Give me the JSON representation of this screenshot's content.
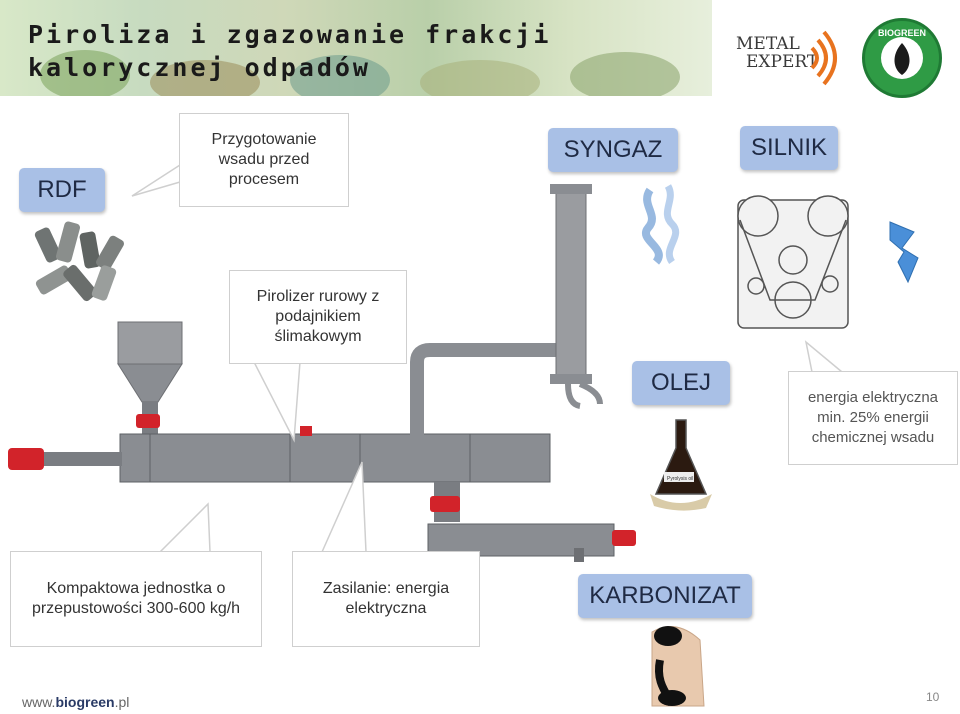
{
  "slide": {
    "title": "Piroliza i zgazowanie frakcji kalorycznej odpadów",
    "footer_url_prefix": "www.",
    "footer_url_brand": "biogreen",
    "footer_url_suffix": ".pl",
    "page_number": "10"
  },
  "logos": {
    "metal_expert_line1": "METAL",
    "metal_expert_line2": "EXPERT",
    "biogreen": "BIOGREEN"
  },
  "tags": {
    "rdf": "RDF",
    "syngaz": "SYNGAZ",
    "silnik": "SILNIK",
    "olej": "OLEJ",
    "karbonizat": "KARBONIZAT"
  },
  "callouts": {
    "prep_line1": "Przygotowanie",
    "prep_line2": "wsadu przed",
    "prep_line3": "procesem",
    "pyro_line1": "Pirolizer rurowy z",
    "pyro_line2": "podajnikiem",
    "pyro_line3": "ślimakowym",
    "energy_line1": "energia elektryczna",
    "energy_line2": "min. 25% energii",
    "energy_line3": "chemicznej wsadu",
    "compact_line1": "Kompaktowa jednostka o",
    "compact_line2": "przepustowości 300-600 kg/h",
    "power_line1": "Zasilanie: energia",
    "power_line2": "elektryczna"
  },
  "flask_label": "Pyrolysis oil",
  "colors": {
    "tag_fill": "#a9c0e6",
    "machine_gray": "#8a8d92",
    "motor_red": "#d2232a",
    "bolt_blue": "#4a8fd8"
  }
}
